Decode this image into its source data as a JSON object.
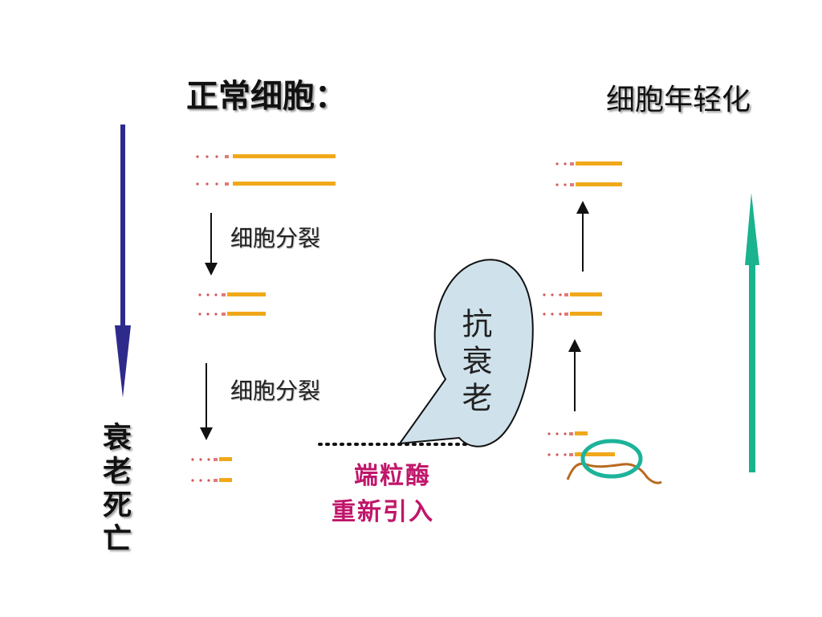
{
  "title_left": "正常细胞：",
  "title_right": "细胞年轻化",
  "division_label_1": "细胞分裂",
  "division_label_2": "细胞分裂",
  "outcome": "衰老死亡",
  "bubble": "抗衰老",
  "telomerase_line1": "端粒酶",
  "telomerase_line2": "重新引入",
  "colors": {
    "down_arrow": "#2e2a8c",
    "up_arrow": "#19b38e",
    "telomere": "#f0a81a",
    "marker": "#d25a5a",
    "magenta_text": "#c0166a",
    "bubble_fill": "#cfe2ec",
    "ring": "#1db39a",
    "enzyme": "#b8691e"
  }
}
